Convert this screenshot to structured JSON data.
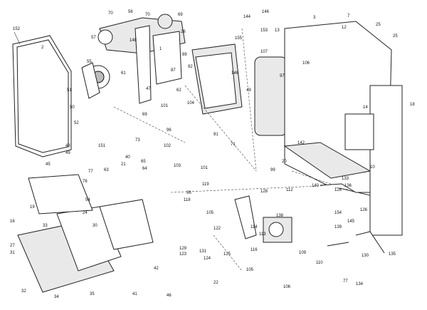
{
  "diagram": {
    "callouts": [
      {
        "id": "c152",
        "label": "152"
      },
      {
        "id": "c2",
        "label": "2"
      },
      {
        "id": "c70a",
        "label": "70"
      },
      {
        "id": "c56",
        "label": "56"
      },
      {
        "id": "c70b",
        "label": "70"
      },
      {
        "id": "c69a",
        "label": "69"
      },
      {
        "id": "c144",
        "label": "144"
      },
      {
        "id": "c146a",
        "label": "146"
      },
      {
        "id": "c3a",
        "label": "3"
      },
      {
        "id": "c7",
        "label": "7"
      },
      {
        "id": "c12",
        "label": "12"
      },
      {
        "id": "c25a",
        "label": "25"
      },
      {
        "id": "c25b",
        "label": "25"
      },
      {
        "id": "c57",
        "label": "57"
      },
      {
        "id": "c148",
        "label": "148"
      },
      {
        "id": "c26",
        "label": "26"
      },
      {
        "id": "c155",
        "label": "155"
      },
      {
        "id": "c153",
        "label": "153"
      },
      {
        "id": "c13",
        "label": "13"
      },
      {
        "id": "c107",
        "label": "107"
      },
      {
        "id": "c106",
        "label": "106"
      },
      {
        "id": "c97",
        "label": "97"
      },
      {
        "id": "c55",
        "label": "55"
      },
      {
        "id": "c61",
        "label": "61"
      },
      {
        "id": "c1",
        "label": "1"
      },
      {
        "id": "c87",
        "label": "87"
      },
      {
        "id": "c89",
        "label": "89"
      },
      {
        "id": "c92",
        "label": "92"
      },
      {
        "id": "c146b",
        "label": "146"
      },
      {
        "id": "c49a",
        "label": "49"
      },
      {
        "id": "c47",
        "label": "47"
      },
      {
        "id": "c62",
        "label": "62"
      },
      {
        "id": "c101a",
        "label": "101"
      },
      {
        "id": "c104",
        "label": "104"
      },
      {
        "id": "c51",
        "label": "51"
      },
      {
        "id": "c52",
        "label": "52"
      },
      {
        "id": "c50",
        "label": "50"
      },
      {
        "id": "c69b",
        "label": "69"
      },
      {
        "id": "c91",
        "label": "91"
      },
      {
        "id": "c96a",
        "label": "96"
      },
      {
        "id": "c73",
        "label": "73"
      },
      {
        "id": "c151",
        "label": "151"
      },
      {
        "id": "c102",
        "label": "102"
      },
      {
        "id": "c71",
        "label": "71"
      },
      {
        "id": "c142",
        "label": "142"
      },
      {
        "id": "c14",
        "label": "14"
      },
      {
        "id": "c18",
        "label": "18"
      },
      {
        "id": "c10",
        "label": "10"
      },
      {
        "id": "c48",
        "label": "48"
      },
      {
        "id": "c49b",
        "label": "49"
      },
      {
        "id": "c40",
        "label": "40"
      },
      {
        "id": "c64",
        "label": "64"
      },
      {
        "id": "c65",
        "label": "65"
      },
      {
        "id": "c63",
        "label": "63"
      },
      {
        "id": "c21",
        "label": "21"
      },
      {
        "id": "c103",
        "label": "103"
      },
      {
        "id": "c101b",
        "label": "101"
      },
      {
        "id": "c99",
        "label": "99"
      },
      {
        "id": "c20",
        "label": "20"
      },
      {
        "id": "c133",
        "label": "133"
      },
      {
        "id": "c45",
        "label": "45"
      },
      {
        "id": "c77a",
        "label": "77"
      },
      {
        "id": "c76",
        "label": "76"
      },
      {
        "id": "c96b",
        "label": "96"
      },
      {
        "id": "c119",
        "label": "119"
      },
      {
        "id": "c118",
        "label": "118"
      },
      {
        "id": "c105a",
        "label": "105"
      },
      {
        "id": "c140",
        "label": "140"
      },
      {
        "id": "c126a",
        "label": "126"
      },
      {
        "id": "c136",
        "label": "136"
      },
      {
        "id": "c128",
        "label": "128"
      },
      {
        "id": "c112",
        "label": "112"
      },
      {
        "id": "c54",
        "label": "54"
      },
      {
        "id": "c24",
        "label": "24"
      },
      {
        "id": "c19",
        "label": "19"
      },
      {
        "id": "c16",
        "label": "16"
      },
      {
        "id": "c33",
        "label": "33"
      },
      {
        "id": "c30",
        "label": "30"
      },
      {
        "id": "c138",
        "label": "138"
      },
      {
        "id": "c122",
        "label": "122"
      },
      {
        "id": "c114",
        "label": "114"
      },
      {
        "id": "c113",
        "label": "113"
      },
      {
        "id": "c154",
        "label": "154"
      },
      {
        "id": "c145",
        "label": "145"
      },
      {
        "id": "c139",
        "label": "139"
      },
      {
        "id": "c126b",
        "label": "126"
      },
      {
        "id": "c27",
        "label": "27"
      },
      {
        "id": "c31",
        "label": "31"
      },
      {
        "id": "c129",
        "label": "129"
      },
      {
        "id": "c123",
        "label": "123"
      },
      {
        "id": "c131",
        "label": "131"
      },
      {
        "id": "c124",
        "label": "124"
      },
      {
        "id": "c125",
        "label": "125"
      },
      {
        "id": "c116",
        "label": "116"
      },
      {
        "id": "c109",
        "label": "109"
      },
      {
        "id": "c110",
        "label": "110"
      },
      {
        "id": "c130",
        "label": "130"
      },
      {
        "id": "c135",
        "label": "135"
      },
      {
        "id": "c42",
        "label": "42"
      },
      {
        "id": "c105b",
        "label": "105"
      },
      {
        "id": "c77b",
        "label": "77"
      },
      {
        "id": "c106b",
        "label": "106"
      },
      {
        "id": "c134",
        "label": "134"
      },
      {
        "id": "c32",
        "label": "32"
      },
      {
        "id": "c34",
        "label": "34"
      },
      {
        "id": "c35",
        "label": "35"
      },
      {
        "id": "c41",
        "label": "41"
      },
      {
        "id": "c46",
        "label": "46"
      },
      {
        "id": "c22",
        "label": "22"
      }
    ]
  }
}
